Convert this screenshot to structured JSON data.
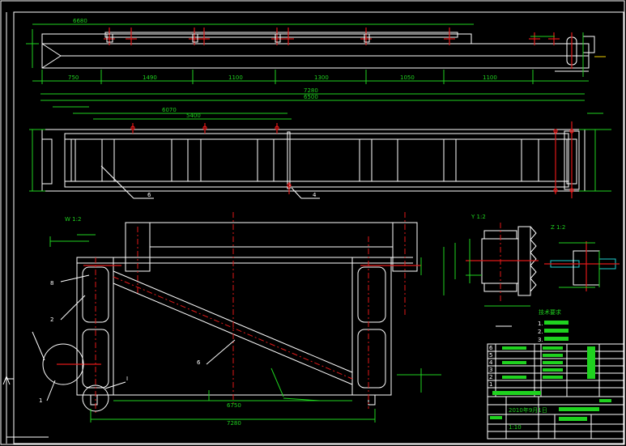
{
  "colors": {
    "background": "#000000",
    "frame": "#ffffff",
    "dimension": "#1fd21f",
    "centerline": "#e01818",
    "weld": "#f0d000"
  },
  "views": {
    "view_w": "W 1:2",
    "view_y": "Y 1:2",
    "view_z": "Z 1:2"
  },
  "leaders": {
    "top_6": "6",
    "top_4": "4",
    "section_8": "8",
    "section_2": "2",
    "section_6": "6",
    "section_1": "1",
    "roman_1": "I"
  },
  "dimensions": {
    "overall_top": "7280",
    "bottom_long": "7280",
    "bottom_span": "6750"
  },
  "title_block": {
    "date": "2010年9月1日",
    "scale": "1:10"
  },
  "bom_rows": [
    {
      "index": "6"
    },
    {
      "index": "5"
    },
    {
      "index": "4"
    },
    {
      "index": "3"
    },
    {
      "index": "2"
    },
    {
      "index": "1"
    }
  ],
  "notes": {
    "heading": "技术要求",
    "item1": "1.",
    "item2": "2.",
    "item3": "3."
  }
}
